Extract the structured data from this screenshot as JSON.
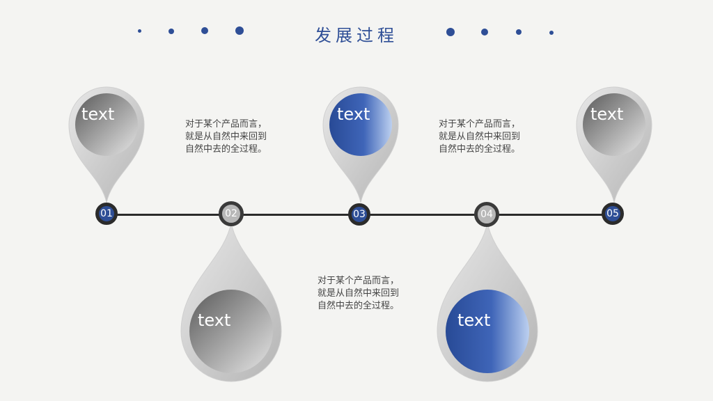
{
  "title": "发展过程",
  "nodes": [
    "01",
    "02",
    "03",
    "04",
    "05"
  ],
  "pins": [
    {
      "label": "text",
      "style": "gray"
    },
    {
      "label": "text",
      "style": "gray"
    },
    {
      "label": "text",
      "style": "blue"
    },
    {
      "label": "text",
      "style": "blue"
    },
    {
      "label": "text",
      "style": "gray"
    }
  ],
  "descriptions": [
    {
      "lines": [
        "对于某个产品而言，",
        "就是从自然中来回到",
        "自然中去的全过程。"
      ]
    },
    {
      "lines": [
        "对于某个产品而言，",
        "就是从自然中来回到",
        "自然中去的全过程。"
      ]
    },
    {
      "lines": [
        "对于某个产品而言，",
        "就是从自然中来回到",
        "自然中去的全过程。"
      ]
    }
  ],
  "colors": {
    "accent": "#2e4e96",
    "line": "#2b2b2b",
    "gray": "#9a9a9a"
  }
}
